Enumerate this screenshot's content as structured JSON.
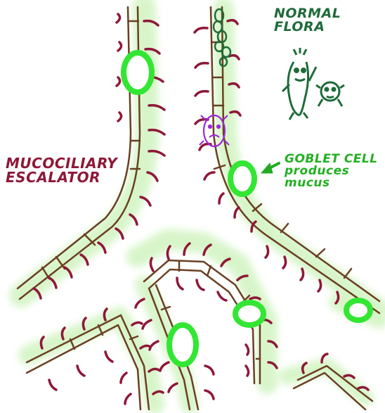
{
  "labels": {
    "normal_flora": [
      "NORMAL",
      "FLORA"
    ],
    "mucociliary_escalator": [
      "MUCOCILIARY",
      "ESCALATOR"
    ],
    "goblet_cell": [
      "GOBLET CELL",
      "produces",
      "mucus"
    ]
  },
  "colors": {
    "wall": "#6b3f22",
    "cilia": "#8e1838",
    "mucus": "#d6f5c8",
    "goblet": "#33e633",
    "flora": "#1f6b3a",
    "pathogen": "#9c2ad6",
    "escalator_label": "#8e1838",
    "flora_label": "#1f6b3a",
    "goblet_label": "#22b022",
    "arrow": "#22aa22"
  },
  "icons": [
    "rod-bacterium-icon",
    "coccus-bacterium-icon",
    "chain-bacteria-icon",
    "pathogen-icon",
    "arrow-icon"
  ]
}
